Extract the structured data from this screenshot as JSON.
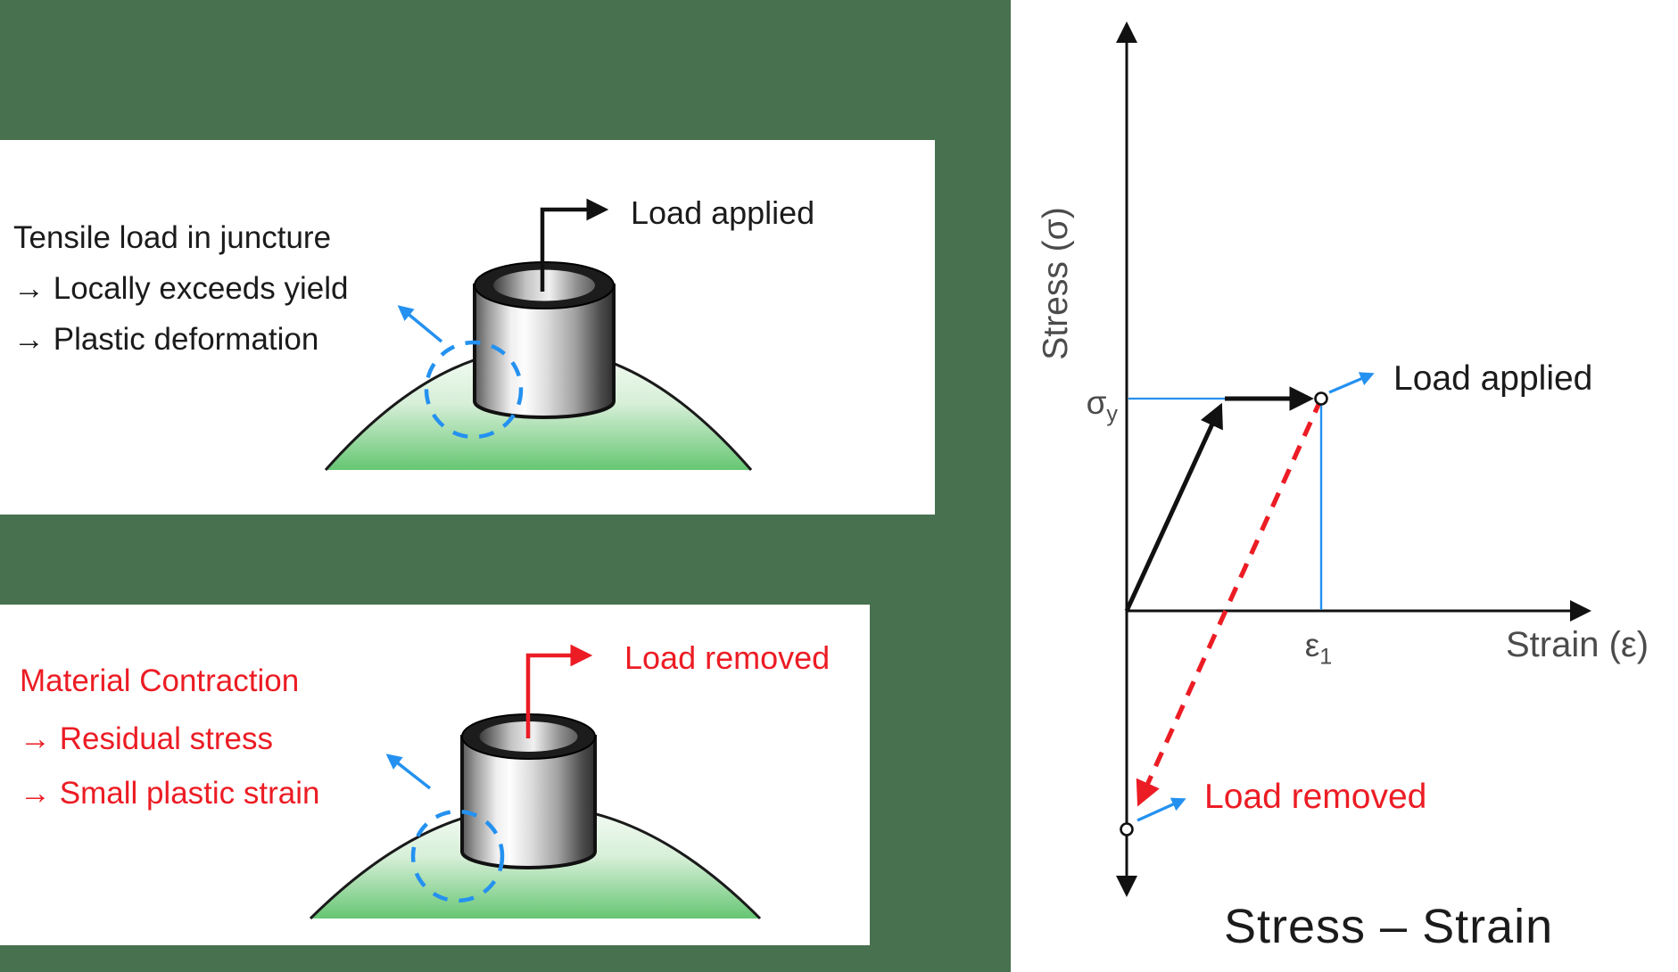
{
  "colors": {
    "background_green": "#47714F",
    "dome_green": "#6BC87C",
    "dome_light": "#F6FCF6",
    "blue": "#2491F0",
    "red": "#EC1C24",
    "ink": "#1B1B1B",
    "label_gray": "#4B4B4B"
  },
  "panel_top": {
    "lines": [
      "Tensile load in juncture",
      "→ Locally exceeds yield",
      "→ Plastic deformation"
    ],
    "load_label": "Load applied"
  },
  "panel_bottom": {
    "lines": [
      "Material Contraction",
      "→ Residual stress",
      "→ Small plastic strain"
    ],
    "load_label": "Load removed"
  },
  "plot": {
    "y_axis_label": "Stress (σ)",
    "x_axis_label": "Strain (ε)",
    "sigma_y_base": "σ",
    "sigma_y_sub": "y",
    "epsilon_base": "ε",
    "epsilon_sub": "1",
    "load_applied_label": "Load applied",
    "load_removed_label": "Load removed",
    "title": "Stress – Strain"
  },
  "chart_data": {
    "type": "line",
    "title": "Stress – Strain",
    "xlabel": "Strain (ε)",
    "ylabel": "Stress (σ)",
    "grid": false,
    "axes": {
      "x_shown_range_in_eps1_units": [
        0,
        1.9
      ],
      "y_shown_range_in_sigma_y_units": [
        -1.1,
        2.6
      ],
      "x_marker": "ε1 at loaded strain",
      "y_marker": "σy at yield stress"
    },
    "series": [
      {
        "name": "Load applied (elastic loading then yield plateau)",
        "style": "solid black arrows",
        "x_eps1_units": [
          0,
          0.5,
          1.0
        ],
        "y_sigma_y_units": [
          0,
          1.0,
          1.0
        ]
      },
      {
        "name": "Load removed (elastic unloading to residual stress)",
        "style": "red dashed arrow",
        "x_eps1_units": [
          1.0,
          0.0
        ],
        "y_sigma_y_units": [
          1.0,
          -1.02
        ]
      }
    ],
    "guides": [
      {
        "type": "horizontal blue line",
        "at": "σ = σy, from y-axis to yield point"
      },
      {
        "type": "vertical blue line",
        "at": "ε = ε1, from loaded point to x-axis"
      }
    ],
    "point_markers": [
      {
        "symbol": "open circle",
        "at": "(ε1, σy) — loaded state"
      },
      {
        "symbol": "open circle",
        "at": "(0, −σ_residual) — after unloading"
      }
    ],
    "annotations": [
      "Load applied",
      "Load removed"
    ]
  }
}
